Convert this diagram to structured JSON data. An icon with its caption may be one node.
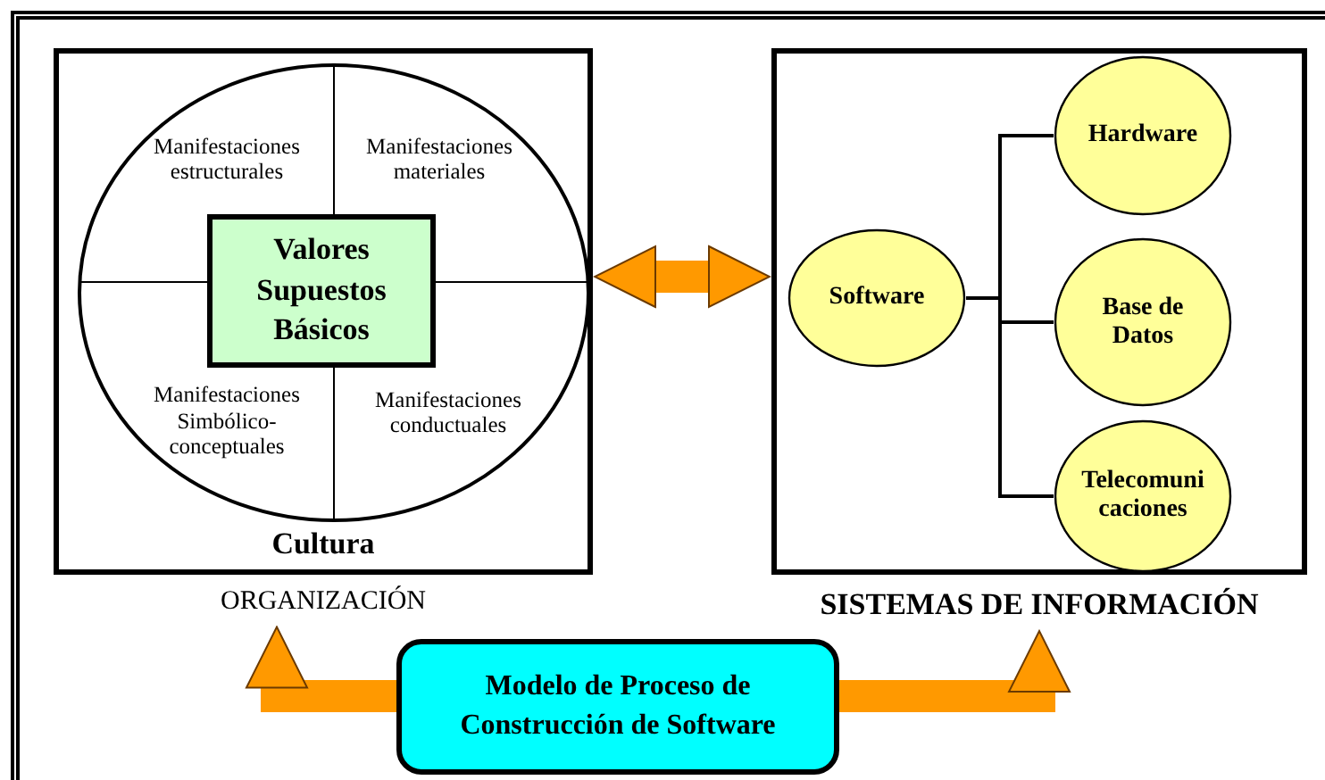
{
  "diagram": {
    "nodes": [
      {
        "text": [
          "Cultura",
          "ORGANIZACIÓN"
        ]
      },
      {
        "text": [],
        "shape": "circle",
        "in": 0
      },
      {
        "text": [
          "Manifestaciones estructurales"
        ],
        "in": 1
      },
      {
        "text": [
          "Manifestaciones materiales"
        ],
        "in": 1
      },
      {
        "text": [
          "Valores Supuestos Básicos"
        ],
        "in": 1
      },
      {
        "text": [
          "Manifestaciones Simbólico-conceptuales"
        ],
        "in": 1
      },
      {
        "text": [
          "Manifestaciones conductuales"
        ],
        "in": 1
      },
      {
        "text": [
          "SISTEMAS DE INFORMACIÓN"
        ]
      },
      {
        "text": [
          "Software"
        ],
        "in": 7
      },
      {
        "text": [
          "Hardware"
        ],
        "in": 7
      },
      {
        "text": [
          "Base de Datos"
        ],
        "in": 7
      },
      {
        "text": [
          "Telecomuni caciones"
        ],
        "in": 7
      },
      {
        "text": [
          "Modelo de Proceso de Construcción de Software"
        ]
      }
    ],
    "edges": [
      {
        "from": 0,
        "to": 7,
        "arrow": "both",
        "style": "thick",
        "color": "#ff9900"
      },
      {
        "from": 8,
        "to": 9,
        "arrow": "none",
        "color": "#000000"
      },
      {
        "from": 8,
        "to": 10,
        "arrow": "none",
        "color": "#000000"
      },
      {
        "from": 8,
        "to": 11,
        "arrow": "none",
        "color": "#000000"
      },
      {
        "from": 12,
        "to": 0,
        "arrow": "to",
        "style": "thick",
        "color": "#ff9900"
      },
      {
        "from": 12,
        "to": 7,
        "arrow": "to",
        "style": "thick",
        "color": "#ff9900"
      }
    ]
  }
}
